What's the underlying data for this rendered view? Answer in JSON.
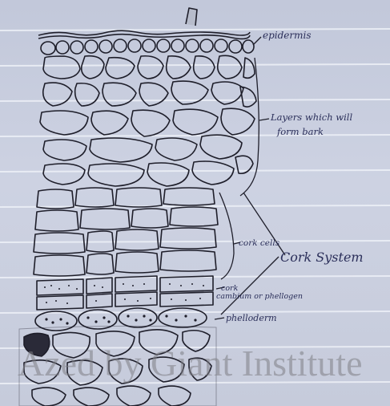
{
  "figure": {
    "kind": "hand-drawn botanical sketch on ruled notebook paper",
    "labels": {
      "epidermis": "epidermis",
      "bark_line1": "Layers which will",
      "bark_line2": "form bark",
      "cork_cells": "cork cells",
      "cork_system": "Cork System",
      "cambium_line1": "cork",
      "cambium_line2": "cambium or phellogen",
      "phelloderm": "phelloderm"
    },
    "watermark": "Azed by Giant Institute"
  },
  "colors": {
    "paper": "#c9cfe0",
    "ruled_line": "#e8ecf6",
    "ink": "#1e1e2a",
    "label_ink": "#2b2f5a"
  }
}
